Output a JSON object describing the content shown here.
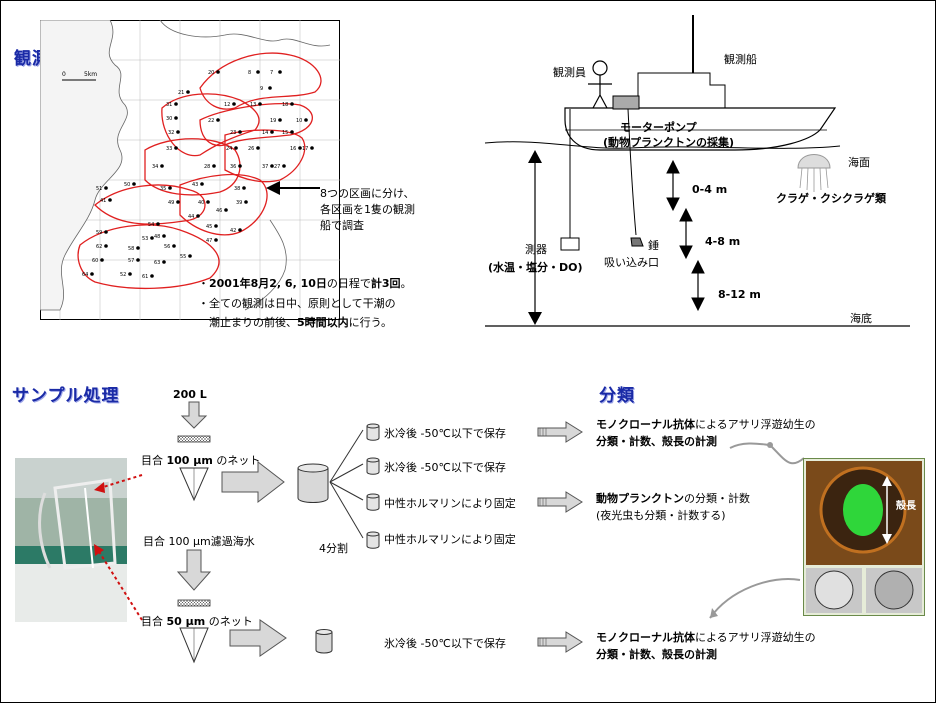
{
  "sections": {
    "observation": "観測方法",
    "sample": "サンプル処理",
    "classification": "分類"
  },
  "map": {
    "scale_zero": "0",
    "scale_label": "5km",
    "points": [
      "20",
      "8",
      "7",
      "21",
      "9",
      "31",
      "12",
      "13",
      "18",
      "30",
      "22",
      "19",
      "10",
      "32",
      "23",
      "14",
      "15",
      "16",
      "33",
      "24",
      "26",
      "17",
      "34",
      "28",
      "36",
      "37",
      "27",
      "51",
      "35",
      "43",
      "38",
      "41",
      "50",
      "49",
      "40",
      "39",
      "46",
      "44",
      "54",
      "48",
      "45",
      "47",
      "42",
      "59",
      "53",
      "62",
      "58",
      "56",
      "55",
      "60",
      "57",
      "64",
      "52",
      "61",
      "63"
    ],
    "region_note_lines": [
      "8つの区画に分け、",
      "各区画を1隻の観測",
      "船で調査"
    ]
  },
  "schedule": {
    "line1_prefix": "・",
    "line1_dates": "2001年8月2, 6, 10日",
    "line1_mid": "の日程で",
    "line1_count": "計3回",
    "line1_end": "。",
    "line2": "・全ての観測は日中、原則として干潮の",
    "line3_prefix": "潮止まりの前後、",
    "line3_hours": "5時間以内",
    "line3_end": "に行う。"
  },
  "boat": {
    "observer": "観測員",
    "ship": "観測船",
    "pump_line1": "モーターポンプ",
    "pump_line2": "(動物プランクトンの採集)",
    "surface": "海面",
    "bottom": "海底",
    "jellyfish": "クラゲ・クシクラゲ類",
    "depth1": "0-4 m",
    "depth2": "4-8 m",
    "depth3": "8-12 m",
    "sensor_line1": "測器",
    "sensor_line2": "(水温・塩分・DO)",
    "weight": "錘",
    "intake": "吸い込み口"
  },
  "process": {
    "volume": "200 L",
    "net100_prefix": "目合 ",
    "net100_size": "100 μm",
    "net100_suffix": " のネット",
    "filtered": "目合 100 μm濾過海水",
    "net50_prefix": "目合 ",
    "net50_size": "50 μm",
    "net50_suffix": " のネット",
    "split": "4分割",
    "branches": [
      "氷冷後 -50℃以下で保存",
      "氷冷後 -50℃以下で保存",
      "中性ホルマリンにより固定",
      "中性ホルマリンにより固定"
    ],
    "bottom_branch": "氷冷後 -50℃以下で保存"
  },
  "classify": {
    "r1_bold": "モノクローナル抗体",
    "r1_rest": "によるアサリ浮遊幼生の",
    "r1_line2": "分類・計数、殻長の計測",
    "r2_bold": "動物プランクトン",
    "r2_rest": "の分類・計数",
    "r2_line2": "(夜光虫も分類・計数する)",
    "r3_bold": "モノクローナル抗体",
    "r3_rest": "によるアサリ浮遊幼生の",
    "r3_line2": "分類・計数、殻長の計測",
    "shell_length": "殻長"
  },
  "colors": {
    "heading": "#1a2aa6",
    "region_outline": "#e02020",
    "dashed_arrow": "#d01010",
    "arrow_fill": "#d8d8d8",
    "photo_bg": "#7a4a1a",
    "larva_green": "#2fd63a"
  }
}
